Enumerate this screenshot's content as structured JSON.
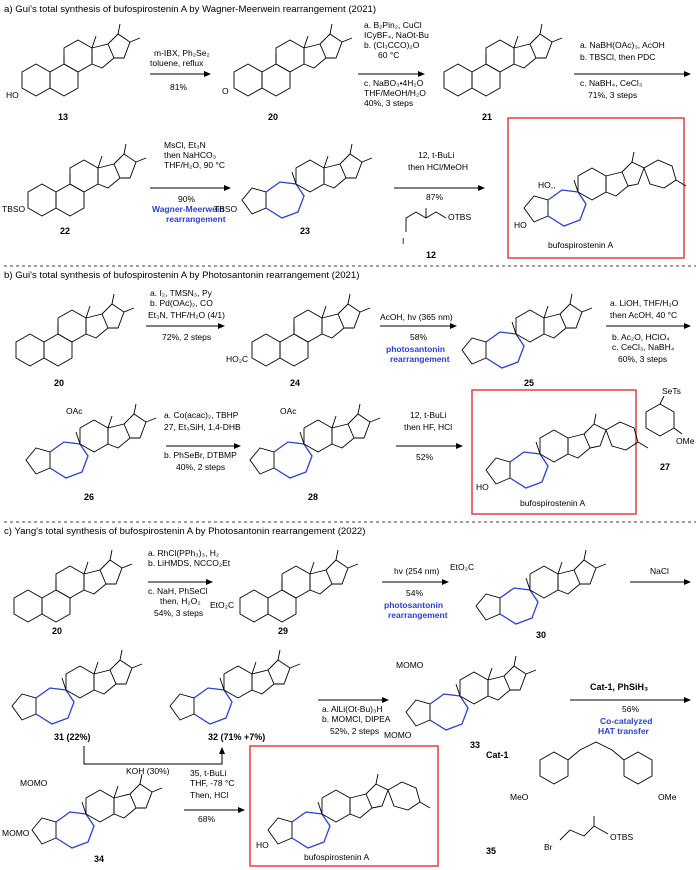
{
  "sections": [
    {
      "title": "a) Gui's total synthesis of bufospirostenin A by Wagner-Meerwein rearrangement (2021)",
      "steps": [
        {
          "lines": [
            "m-IBX, Ph₂Se₂",
            "toluene, reflux",
            "81%"
          ]
        },
        {
          "lines": [
            "a. B₂Pin₂, CuCl",
            "ICyBF₄, NaOt-Bu",
            "b. (Cl₃CCO)₂O",
            "60 °C",
            "c. NaBO₃•4H₂O",
            "THF/MeOH/H₂O",
            "40%, 3 steps"
          ]
        },
        {
          "lines": [
            "a. NaBH(OAc)₃, AcOH",
            "b. TBSCl, then PDC",
            "c. NaBH₄, CeCl₃",
            "71%, 3 steps"
          ]
        },
        {
          "lines": [
            "MsCl, Et₃N",
            "then NaHCO₃",
            "THF/H₂O, 90 °C",
            "90%"
          ],
          "highlight": [
            "Wagner-Meerwein",
            "rearrangement"
          ]
        },
        {
          "lines": [
            "12, t-BuLi",
            "then HCl/MeOH",
            "87%"
          ]
        }
      ],
      "compounds": [
        "13",
        "20",
        "21",
        "22",
        "23",
        "12",
        "bufospirostenin A"
      ],
      "substituents": [
        "HO",
        "O",
        "TBSO",
        "OTBS",
        "HO,,",
        "HO",
        "I"
      ]
    },
    {
      "title": "b) Gui's total synthesis of bufospirostenin A by Photosantonin rearrangement (2021)",
      "steps": [
        {
          "lines": [
            "a. I₂, TMSN₃, Py",
            "b. Pd(OAc)₂, CO",
            "Et₃N, THF/H₂O (4/1)",
            "72%, 2 steps"
          ]
        },
        {
          "lines": [
            "AcOH, hv (365 nm)",
            "58%"
          ],
          "highlight": [
            "photosantonin",
            "rearrangement"
          ]
        },
        {
          "lines": [
            "a. LiOH, THF/H₂O",
            "then AcOH, 40 °C",
            "b. Ac₂O, HClO₄",
            "c. CeCl₃, NaBH₄",
            "60%, 3 steps"
          ]
        },
        {
          "lines": [
            "a. Co(acac)₂, TBHP",
            "27, Et₃SiH, 1,4-DHB",
            "b. PhSeBr, DTBMP",
            "40%, 2 steps"
          ]
        },
        {
          "lines": [
            "12, t-BuLi",
            "then HF, HCl",
            "52%"
          ]
        }
      ],
      "compounds": [
        "20",
        "24",
        "25",
        "26",
        "28",
        "bufospirostenin A",
        "27"
      ],
      "substituents": [
        "HO₂C",
        "OAc",
        "SeTs",
        "OMe",
        "HO"
      ]
    },
    {
      "title": "c) Yang's total synthesis of bufospirostenin A by Photosantonin rearrangement (2022)",
      "steps": [
        {
          "lines": [
            "a. RhCl(PPh₃)₃, H₂",
            "b. LiHMDS, NCCO₂Et",
            "c. NaH, PhSeCl",
            "then, H₂O₂",
            "54%, 3 steps"
          ]
        },
        {
          "lines": [
            "hv (254 nm)",
            "54%"
          ],
          "highlight": [
            "photosantonin",
            "rearrangement"
          ]
        },
        {
          "lines": [
            "NaCl"
          ]
        },
        {
          "lines": [
            "KOH (30%)"
          ]
        },
        {
          "lines": [
            "a. AlLi(Ot-Bu)₃H",
            "b. MOMCl, DIPEA",
            "52%, 2 steps"
          ]
        },
        {
          "lines": [
            "Cat-1, PhSiH₃",
            "56%"
          ],
          "highlight": [
            "Co-catalyzed",
            "HAT transfer"
          ]
        },
        {
          "lines": [
            "35, t-BuLi",
            "THF, -78 °C",
            "Then, HCl",
            "68%"
          ]
        }
      ],
      "compounds": [
        "20",
        "29",
        "30",
        "31 (22%)",
        "32 (71% +7%)",
        "33",
        "34",
        "bufospirostenin A",
        "35",
        "Cat-1"
      ],
      "substituents": [
        "EtO₂C",
        "MOMO",
        "OMe",
        "MeO",
        "Br",
        "OTBS"
      ]
    }
  ]
}
